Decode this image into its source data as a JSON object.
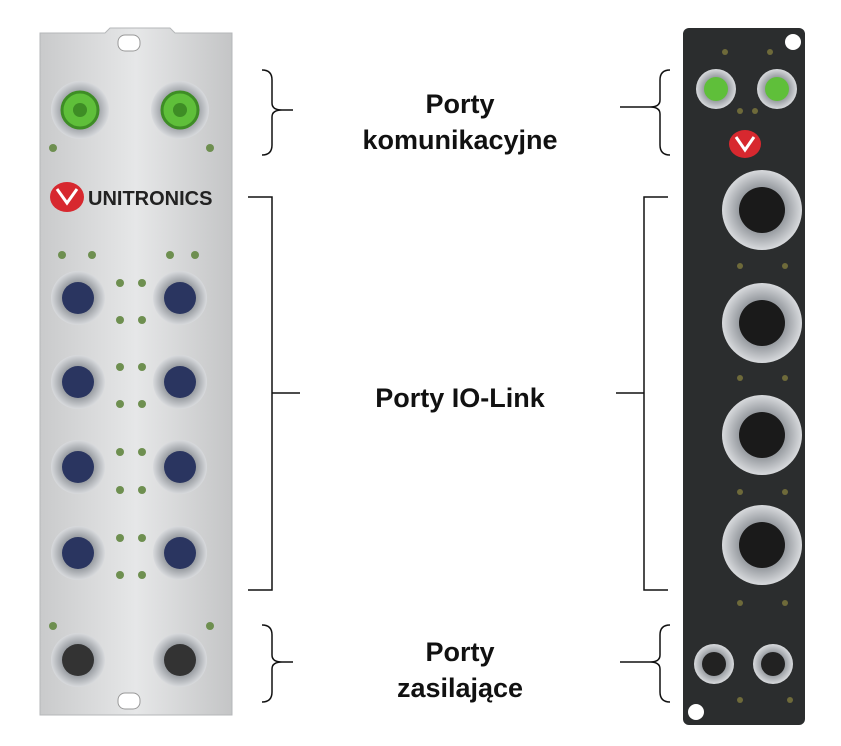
{
  "labels": {
    "comm_line1": "Porty",
    "comm_line2": "komunikacyjne",
    "iolink": "Porty IO-Link",
    "power_line1": "Porty",
    "power_line2": "zasilające"
  },
  "logo": {
    "text": "UNITRONICS",
    "brand_color": "#d7282f"
  },
  "colors": {
    "left_module": "#d9dadb",
    "right_module": "#2b2d2e",
    "comm_connector": "#5fbf3a",
    "io_connector": "#2a3560",
    "led": "#6e8f50"
  }
}
